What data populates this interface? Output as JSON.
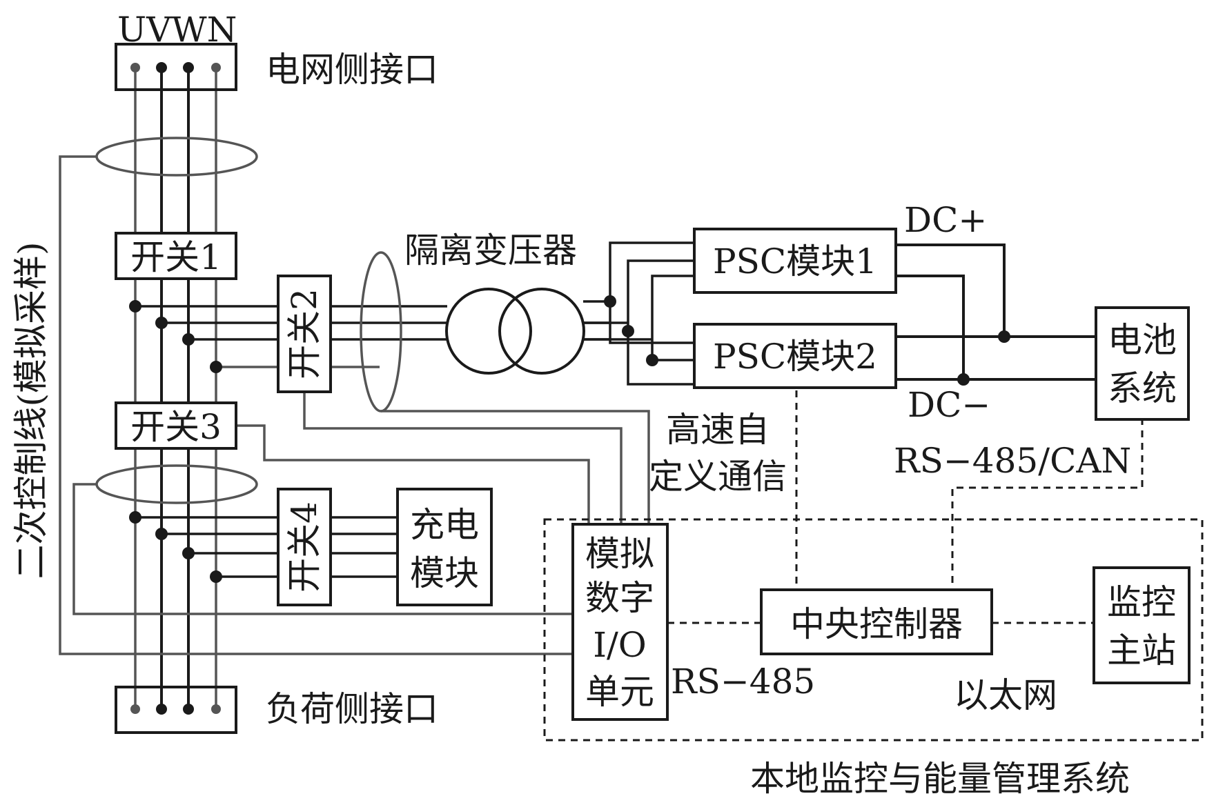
{
  "labels": {
    "uvwn": "UVWN",
    "grid_interface": "电网侧接口",
    "load_interface": "负荷侧接口",
    "secondary_control": "二次控制线(模拟采样)",
    "switch1": "开关1",
    "switch2": "开关2",
    "switch3": "开关3",
    "switch4": "开关4",
    "isolation_transformer": "隔离变压器",
    "psc1": "PSC模块1",
    "psc2": "PSC模块2",
    "dc_plus": "DC+",
    "dc_minus": "DC−",
    "battery_line1": "电池",
    "battery_line2": "系统",
    "charging_line1": "充电",
    "charging_line2": "模块",
    "hs_comm_line1": "高速自",
    "hs_comm_line2": "定义通信",
    "rs485_can": "RS−485/CAN",
    "io_line1": "模拟",
    "io_line2": "数字",
    "io_line3": "I/O",
    "io_line4": "单元",
    "central_controller": "中央控制器",
    "monitor_line1": "监控",
    "monitor_line2": "主站",
    "rs485": "RS−485",
    "ethernet": "以太网",
    "local_system": "本地监控与能量管理系统"
  }
}
